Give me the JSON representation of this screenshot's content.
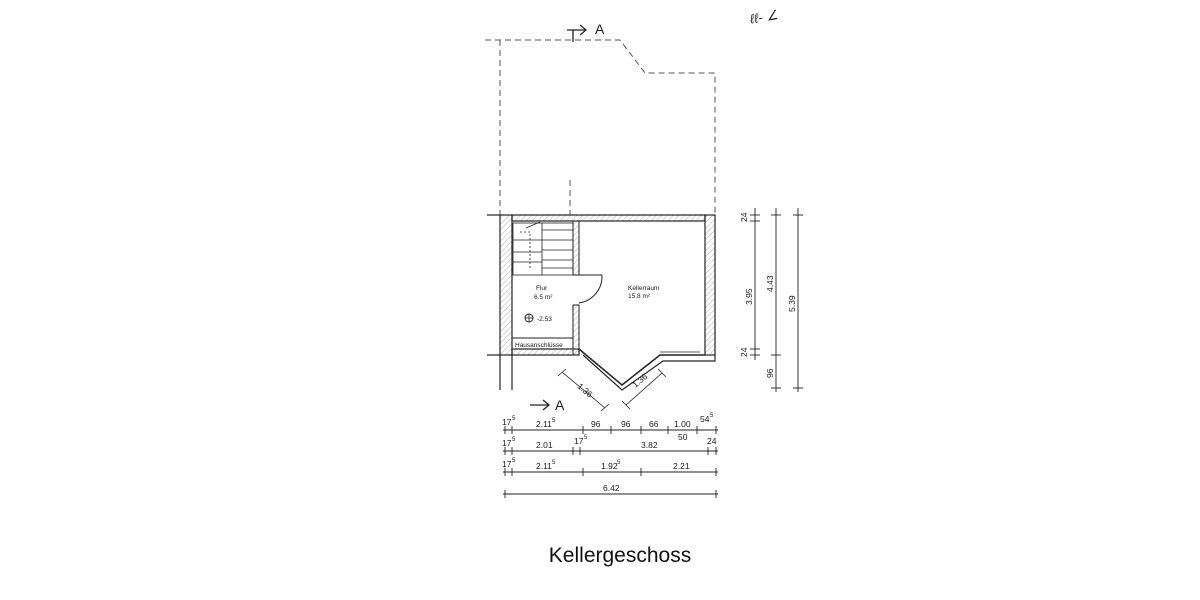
{
  "drawing": {
    "title": "Kellergeschoss",
    "section_marker": "A"
  },
  "rooms": [
    {
      "name": "Flur",
      "area": "6.5 m²"
    },
    {
      "name": "Kellerraum",
      "area": "15.8 m²"
    }
  ],
  "labels": {
    "level": "-2.53",
    "utility": "Hausanschlüsse",
    "corner_note": "ℓℓ- ∠"
  },
  "dimensions": {
    "diagonal_left": "1.36",
    "diagonal_right": "1.36",
    "row1": {
      "a": "17",
      "a_sup": "5",
      "b": "2.11",
      "b_sup": "5",
      "c": "96",
      "d": "96",
      "e": "66",
      "f": "1.00",
      "g": "54",
      "g_sup": "5",
      "f_sub": "50"
    },
    "row2": {
      "a": "17",
      "a_sup": "5",
      "b": "2.01",
      "c": "17",
      "c_sup": "5",
      "d": "3.82",
      "e": "24"
    },
    "row3": {
      "a": "17",
      "a_sup": "5",
      "b": "2.11",
      "b_sup": "5",
      "c": "1.92",
      "c_sup": "5",
      "d": "2.21"
    },
    "row4": {
      "total": "6.42"
    },
    "vertical": {
      "v1": "24",
      "v2": "3.95",
      "v3": "24",
      "v4": "96",
      "v5": "4.43",
      "v6": "5.39"
    }
  },
  "colors": {
    "ink": "#1a1a1a",
    "paper": "#ffffff"
  }
}
